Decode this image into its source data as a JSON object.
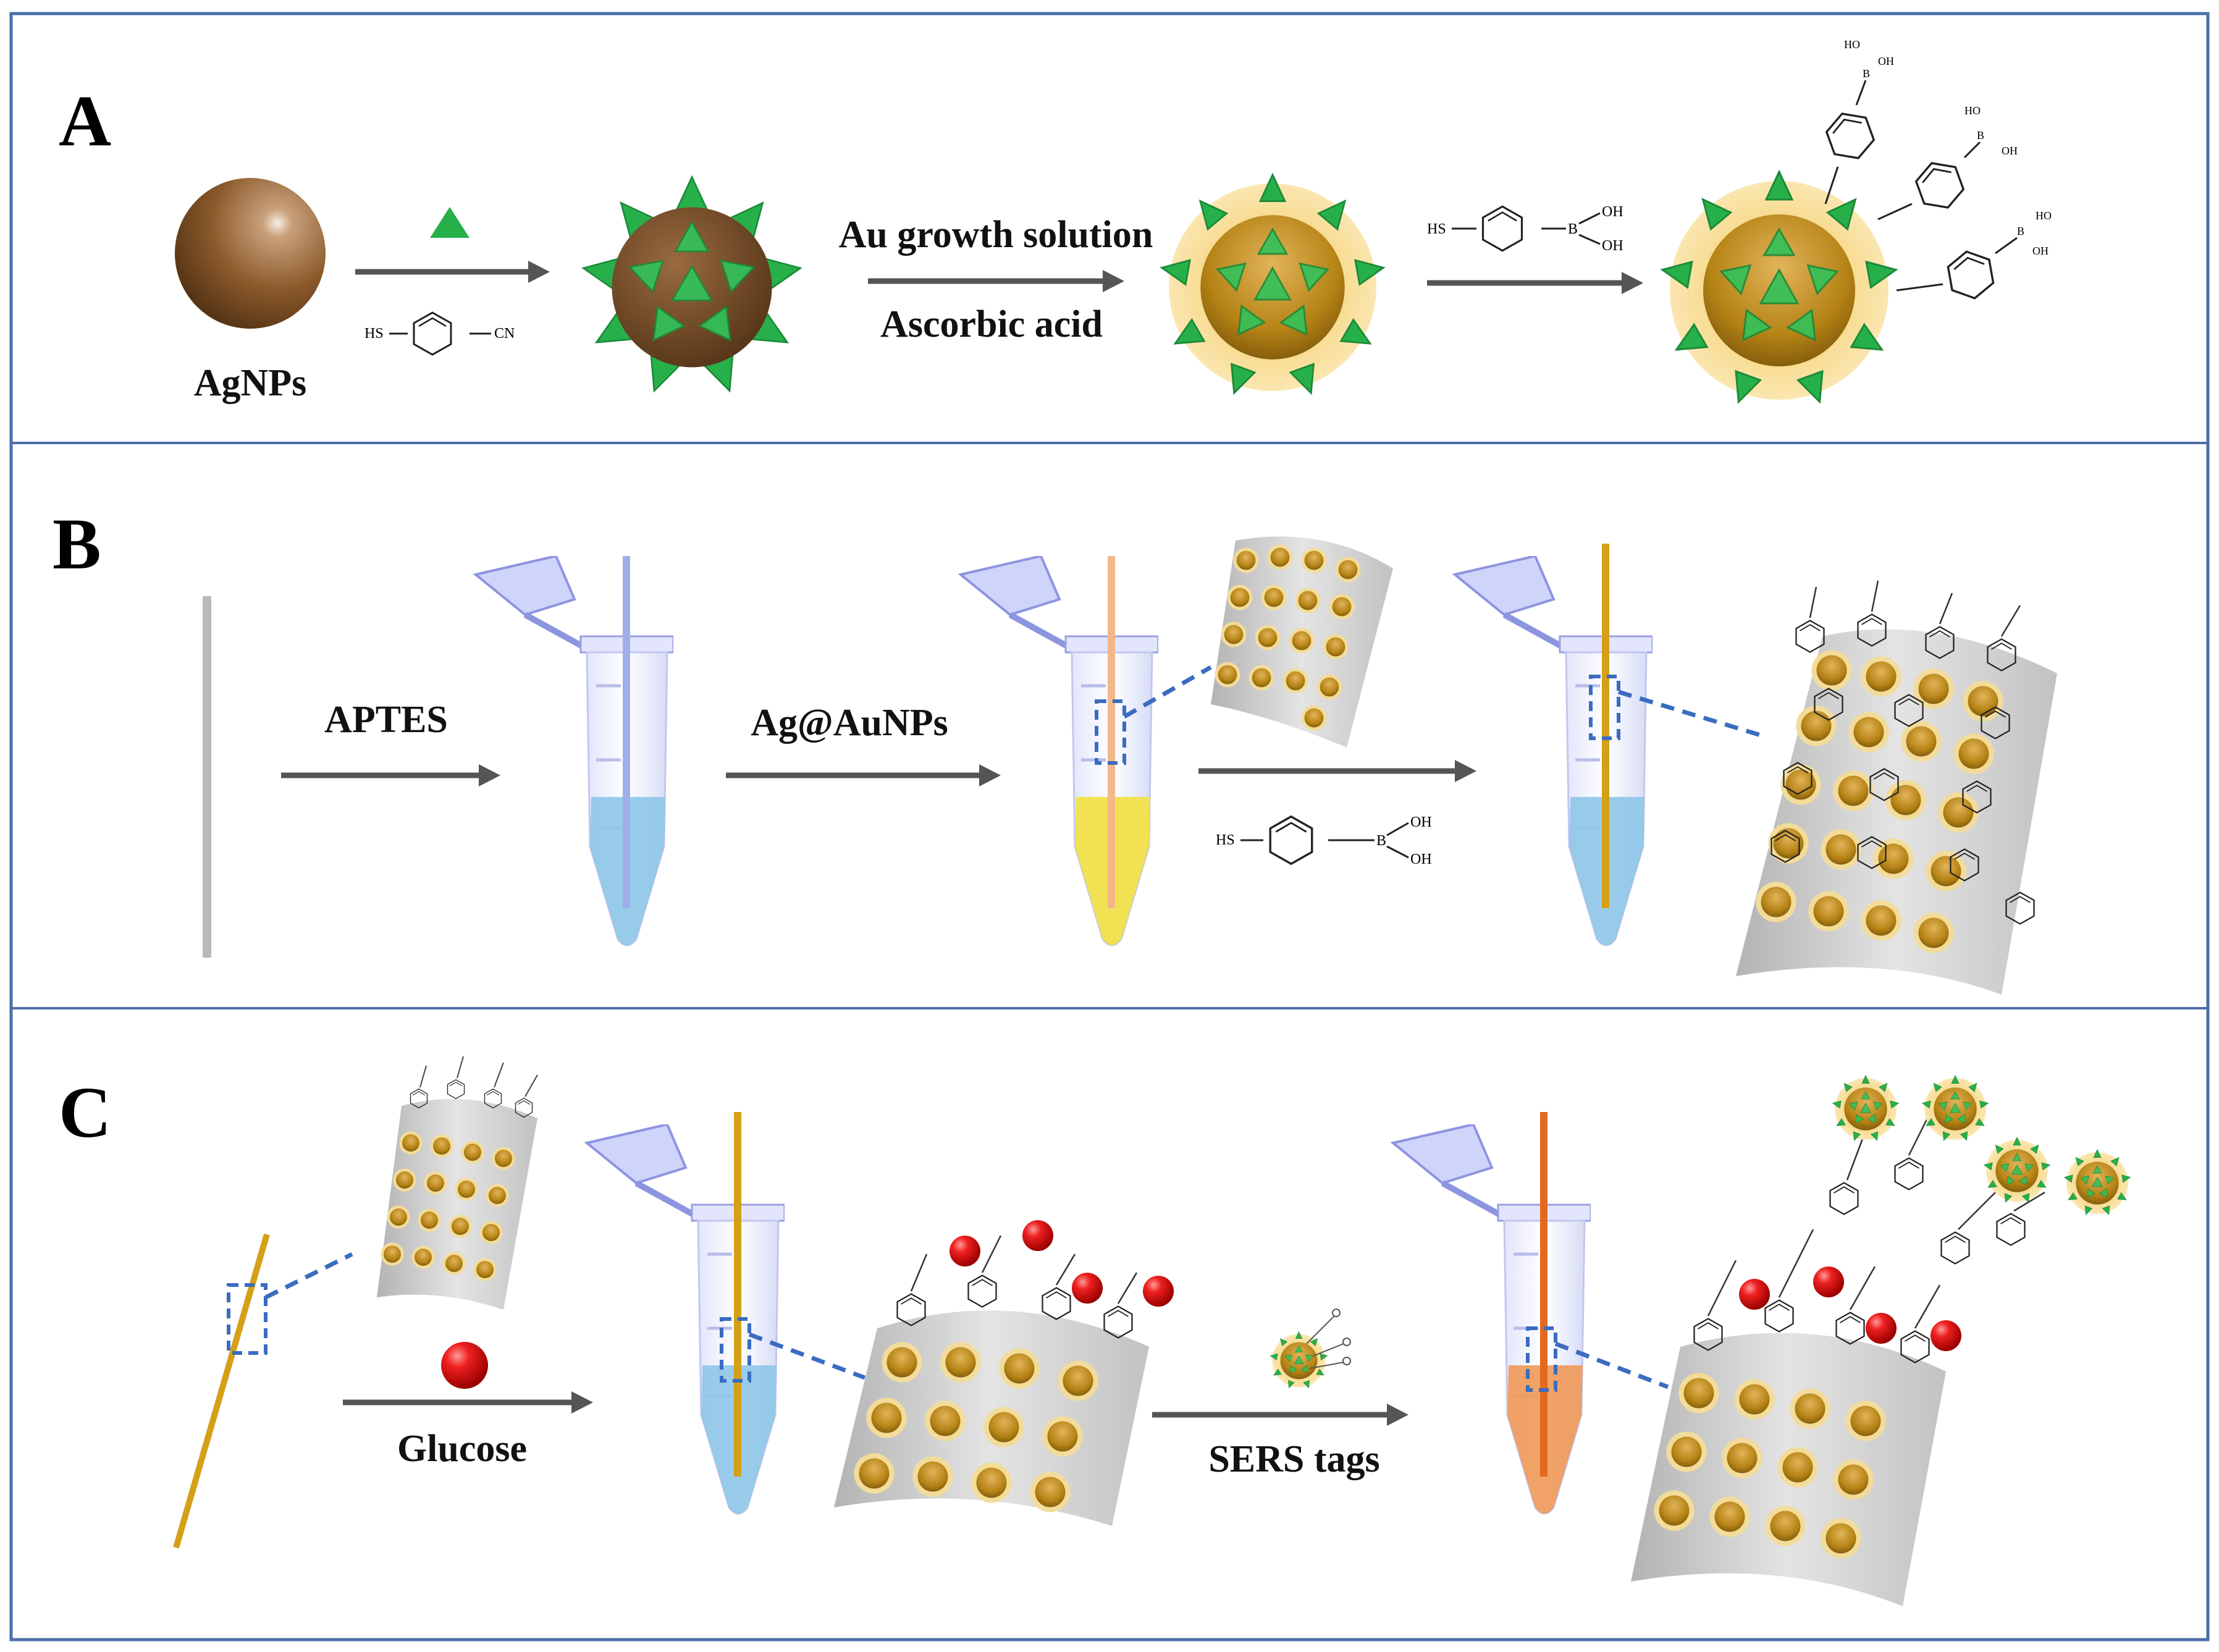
{
  "panels": [
    {
      "letter": "A",
      "labels": {
        "agnps": "AgNPs",
        "au_growth": "Au growth solution",
        "ascorbic": "Ascorbic acid"
      },
      "chem": {
        "hs": "HS",
        "cn": "CN",
        "oh": "OH",
        "b": "B",
        "s": "S",
        "ho": "HO"
      }
    },
    {
      "letter": "B",
      "labels": {
        "aptes": "APTES",
        "agau": "Ag@AuNPs"
      }
    },
    {
      "letter": "C",
      "labels": {
        "glucose": "Glucose",
        "sers": "SERS tags"
      }
    }
  ],
  "colors": {
    "frame": "#4a6ea9",
    "silver_np": "#8b5a2b",
    "gold_np": "#b8860b",
    "halo": "#f7d98a",
    "green_tri": "#27b04a",
    "tube": "#c9cff0",
    "liquid_blue": "#8ec6e8",
    "liquid_yellow": "#f1e04a",
    "liquid_orange": "#ef9a5a",
    "glucose_red": "#e01010",
    "fiber_gold": "#d4a017"
  }
}
